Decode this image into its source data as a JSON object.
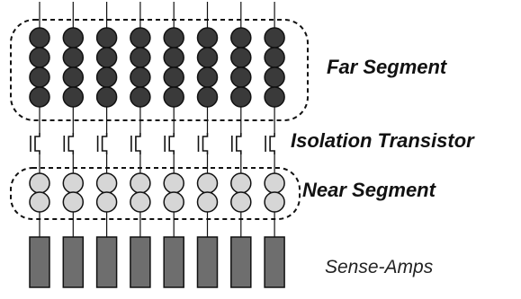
{
  "labels": {
    "far_segment": "Far Segment",
    "isolation_transistor": "Isolation Transistor",
    "near_segment": "Near Segment",
    "sense_amps": "Sense-Amps"
  },
  "structure": {
    "columns": 8,
    "far_cells_per_column": 4,
    "near_cells_per_column": 2
  },
  "colors": {
    "far_cell": "#3a3a3a",
    "near_cell": "#d6d6d6",
    "sense_amp": "#6e6e6e",
    "stroke": "#111111"
  }
}
